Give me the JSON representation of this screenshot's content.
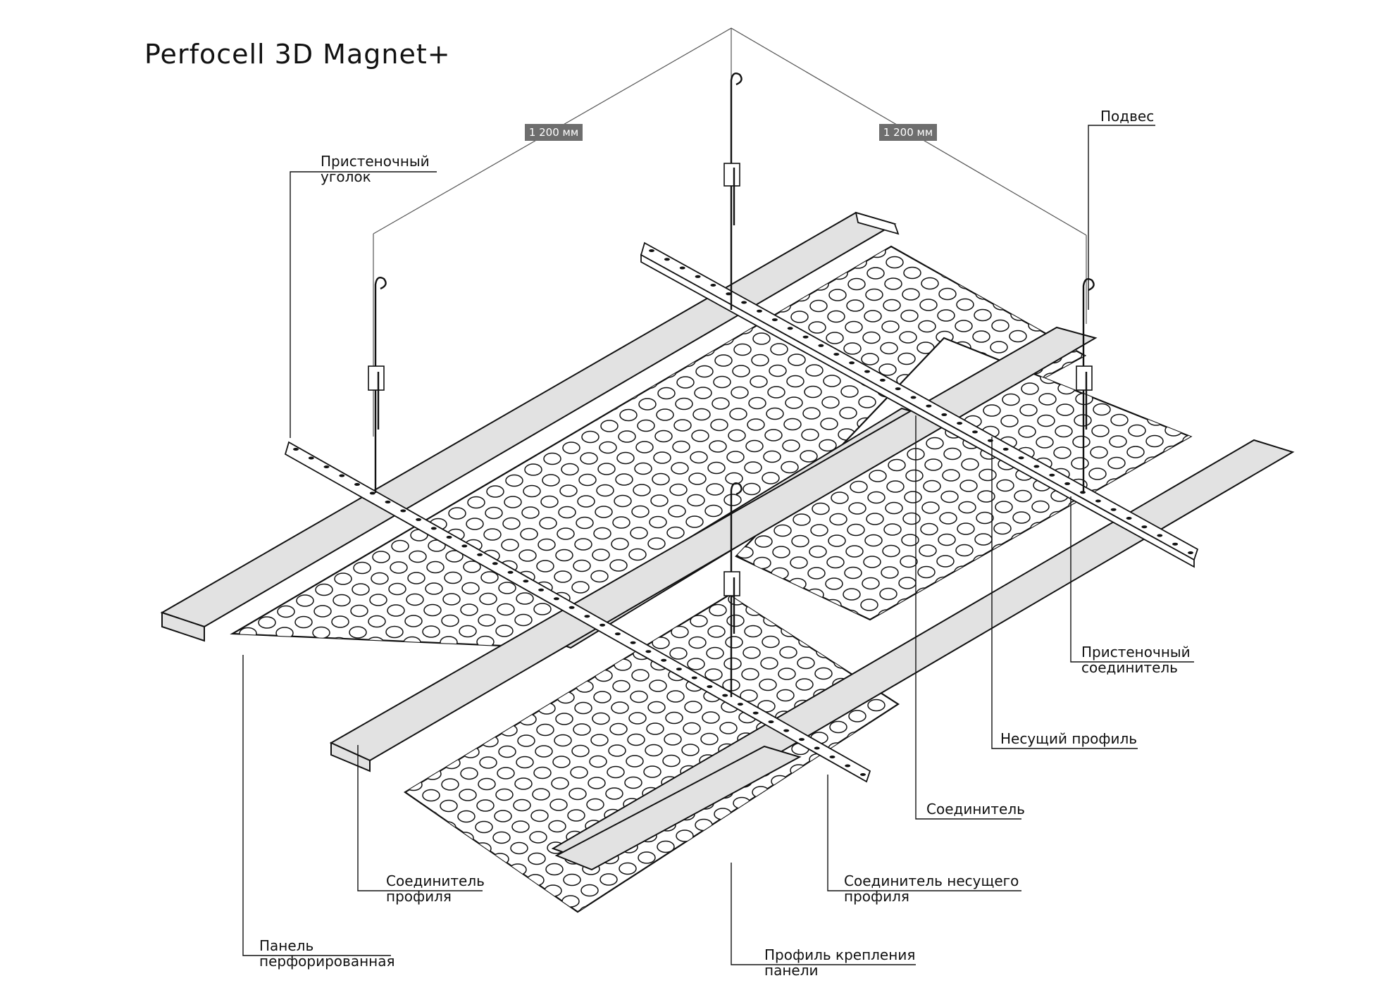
{
  "title": "Perfocell 3D Magnet+",
  "dimensions": [
    {
      "id": "dim-left",
      "text": "1 200 мм"
    },
    {
      "id": "dim-right",
      "text": "1 200 мм"
    }
  ],
  "labels": [
    {
      "id": "podves",
      "lines": [
        "Подвес"
      ]
    },
    {
      "id": "pristenochny-ugolok",
      "lines": [
        "Пристеночный",
        "уголок"
      ]
    },
    {
      "id": "pristenochny-soedinitel",
      "lines": [
        "Пристеночный",
        "соединитель"
      ]
    },
    {
      "id": "nesushchy-profil",
      "lines": [
        "Несущий профиль"
      ]
    },
    {
      "id": "soedinitel",
      "lines": [
        "Соединитель"
      ]
    },
    {
      "id": "soedinitel-profilya",
      "lines": [
        "Соединитель",
        "профиля"
      ]
    },
    {
      "id": "soedinitel-nesushchego",
      "lines": [
        "Соединитель несущего",
        "профиля"
      ]
    },
    {
      "id": "panel-perforirovannaya",
      "lines": [
        "Панель",
        "перфорированная"
      ]
    },
    {
      "id": "profil-krepleniya",
      "lines": [
        "Профиль крепления",
        "панели"
      ]
    }
  ],
  "colors": {
    "line": "#111111",
    "dimension_box": "#6e6e6e",
    "rail_fill": "#e2e2e2"
  }
}
